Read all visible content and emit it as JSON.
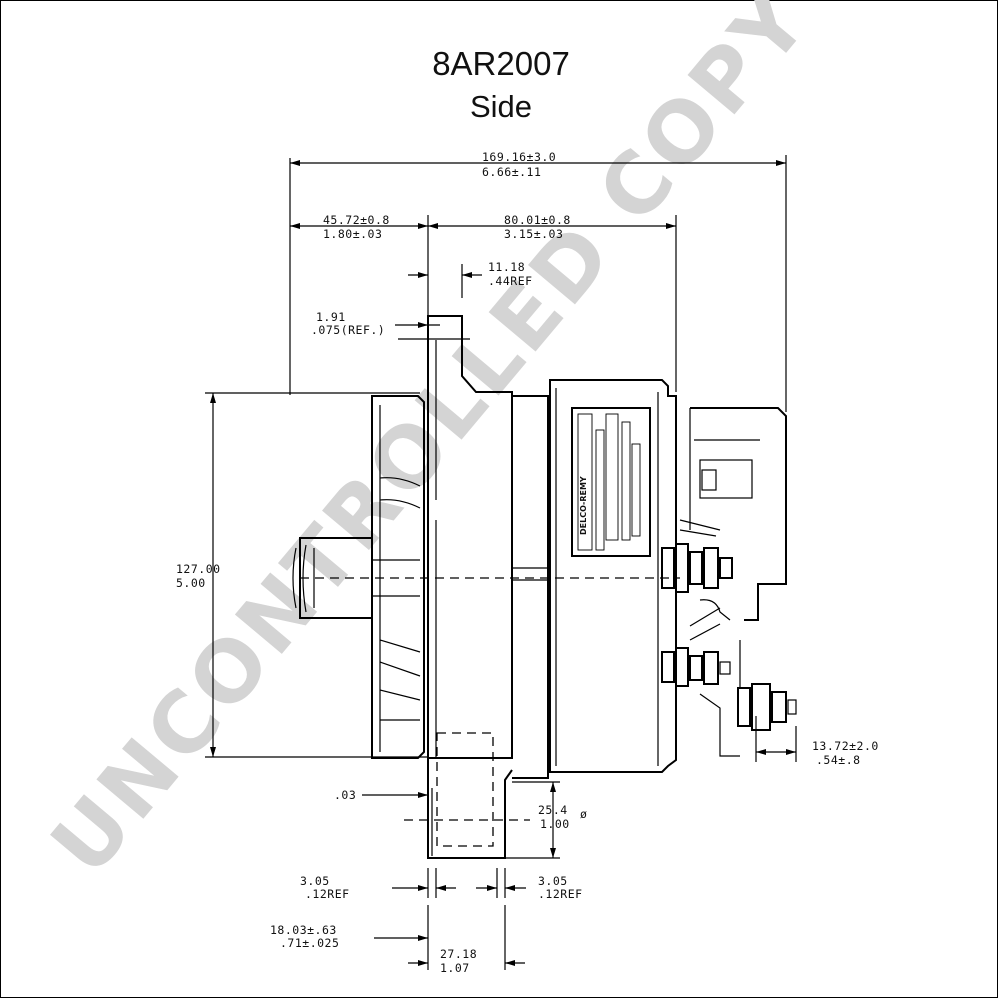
{
  "title": "8AR2007",
  "subtitle": "Side",
  "watermark": "UNCONTROLLED COPY",
  "label_brand": "DELCO-REMY",
  "dimensions": {
    "overall_length_mm": "169.16±3.0",
    "overall_length_in": "6.66±.11",
    "front_mm": "45.72±0.8",
    "front_in": "1.80±.03",
    "rear_mm": "80.01±0.8",
    "rear_in": "3.15±.03",
    "flange_mm": "11.18",
    "flange_in": ".44REF",
    "plate_mm": "1.91",
    "plate_in": ".075(REF.)",
    "diameter_mm": "127.00",
    "diameter_in": "5.00",
    "terminal_mm": "13.72±2.0",
    "terminal_in": ".54±.8",
    "gap": ".03",
    "hole_mm": "25.4",
    "hole_in": "1.00",
    "hole_symbol": "ø",
    "left_ear_mm": "3.05",
    "left_ear_in": ".12REF",
    "right_ear_mm": "3.05",
    "right_ear_in": ".12REF",
    "ear_offset_mm": "18.03±.63",
    "ear_offset_in": ".71±.025",
    "ear_width_mm": "27.18",
    "ear_width_in": "1.07"
  }
}
